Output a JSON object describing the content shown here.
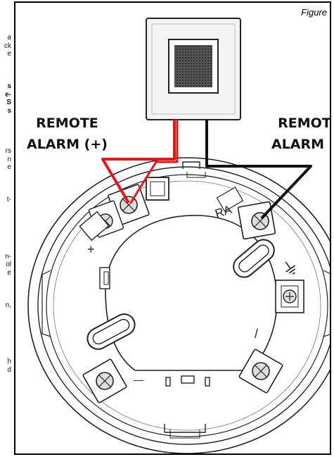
{
  "margin_text": [
    {
      "text": "a",
      "bold": false
    },
    {
      "text": "ck",
      "bold": false
    },
    {
      "text": "e",
      "bold": false
    },
    {
      "text": "",
      "bold": false
    },
    {
      "text": "",
      "bold": false
    },
    {
      "text": "",
      "bold": false
    },
    {
      "text": "s",
      "bold": true
    },
    {
      "text": "e-",
      "bold": true
    },
    {
      "text": "S",
      "bold": true
    },
    {
      "text": "s",
      "bold": true
    },
    {
      "text": "",
      "bold": false
    },
    {
      "text": "",
      "bold": false
    },
    {
      "text": "",
      "bold": false
    },
    {
      "text": "",
      "bold": false
    },
    {
      "text": "rs",
      "bold": false
    },
    {
      "text": "n",
      "bold": false
    },
    {
      "text": "e",
      "bold": false
    },
    {
      "text": "",
      "bold": false
    },
    {
      "text": "",
      "bold": false
    },
    {
      "text": "",
      "bold": false
    },
    {
      "text": "t-",
      "bold": false
    },
    {
      "text": "",
      "bold": false
    },
    {
      "text": "",
      "bold": false
    },
    {
      "text": "",
      "bold": false
    },
    {
      "text": "",
      "bold": false
    },
    {
      "text": "",
      "bold": false
    },
    {
      "text": "",
      "bold": false
    },
    {
      "text": "n-",
      "bold": false
    },
    {
      "text": "ol",
      "bold": false
    },
    {
      "text": "e",
      "bold": false
    },
    {
      "text": "",
      "bold": false
    },
    {
      "text": "",
      "bold": false
    },
    {
      "text": "",
      "bold": false
    },
    {
      "text": "n,",
      "bold": false
    },
    {
      "text": "",
      "bold": false
    },
    {
      "text": "",
      "bold": false
    },
    {
      "text": "",
      "bold": false
    },
    {
      "text": "",
      "bold": false
    },
    {
      "text": "",
      "bold": false
    },
    {
      "text": "",
      "bold": false
    },
    {
      "text": "h",
      "bold": false
    },
    {
      "text": "d",
      "bold": false
    }
  ],
  "figure_label": "Figure",
  "callouts": {
    "left_line1": "REMOTE",
    "left_line2": "ALARM (+)",
    "right_line1": "REMOTE",
    "right_line2": "ALARM (-)"
  },
  "base_markings": {
    "ra": "RA",
    "plus": "+",
    "minus_left": "—",
    "minus_right": "/",
    "ground": "⊥"
  },
  "colors": {
    "positive_wire": "#e8141c",
    "negative_wire": "#111111",
    "outline": "#222222",
    "speaker_body": "#f4f4f4"
  },
  "icons": [
    "speaker-grille-icon",
    "screw-terminal-icon",
    "ground-symbol-icon"
  ]
}
